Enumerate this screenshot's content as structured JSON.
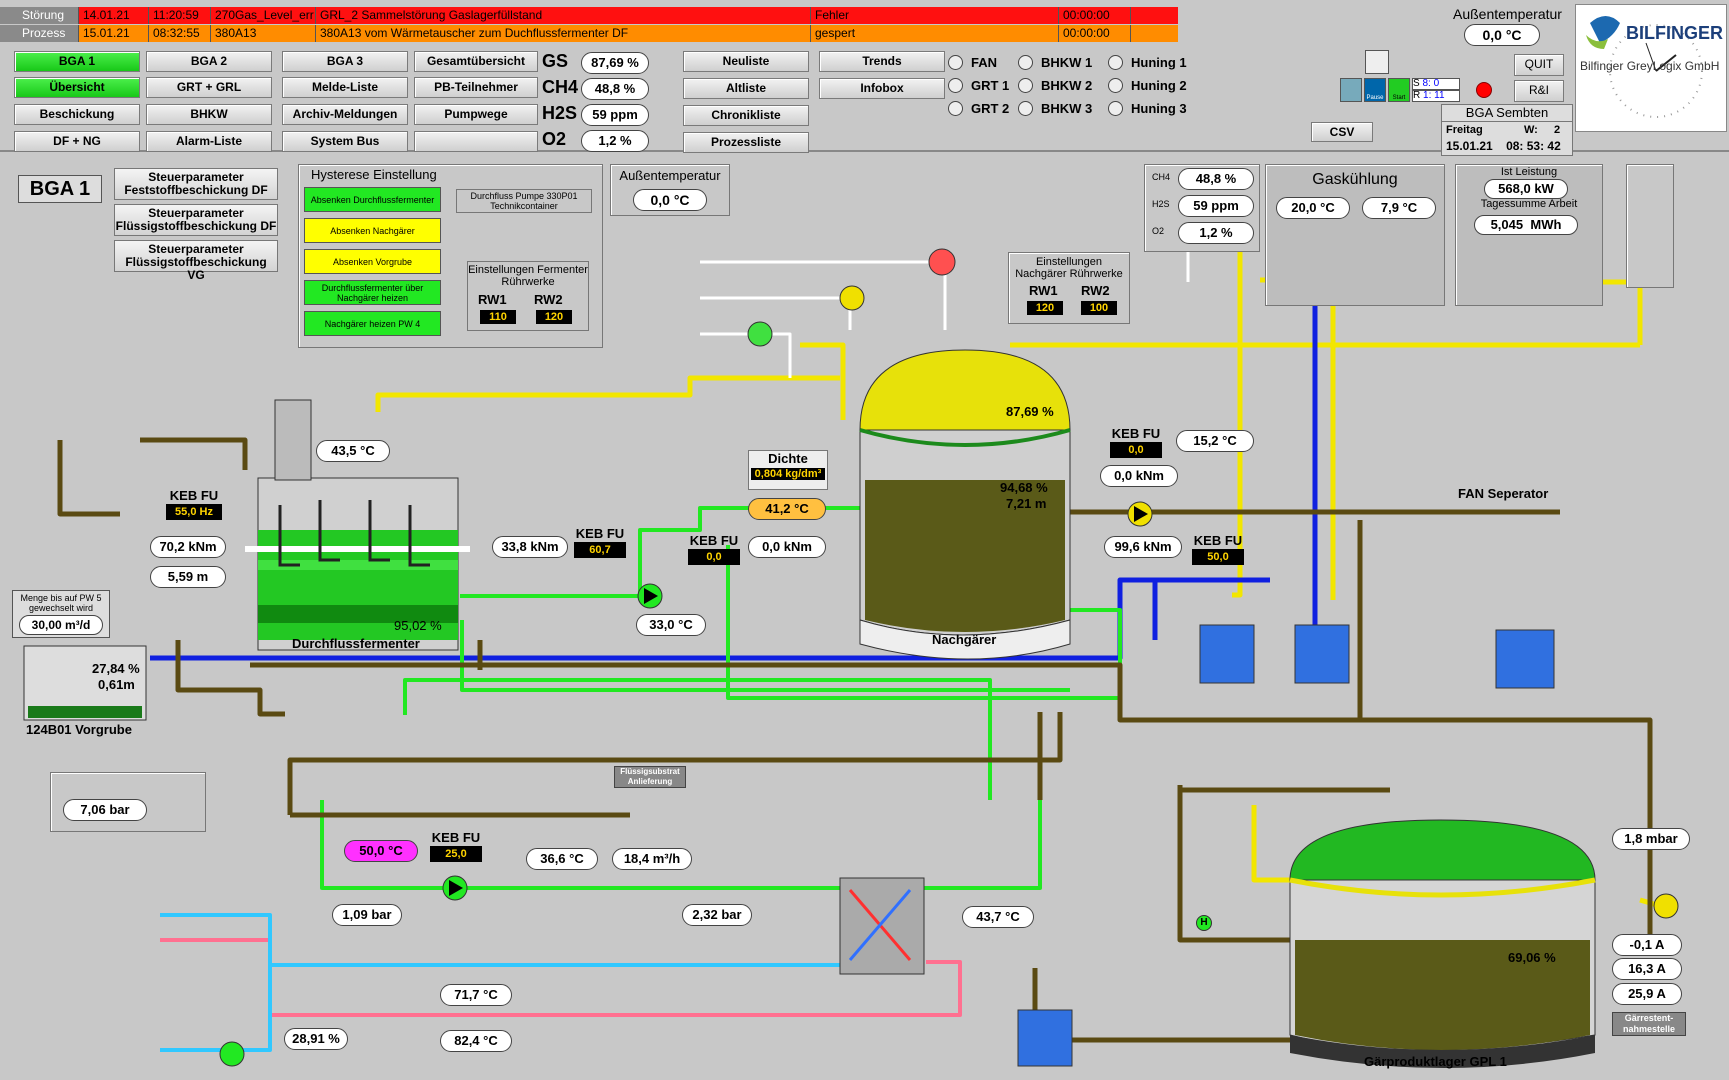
{
  "alarms": [
    {
      "label": "Störung",
      "date": "14.01.21",
      "time": "11:20:59",
      "tag": "270Gas_Level_err",
      "text": "GRL_2 Sammelstörung Gaslagerfüllstand",
      "state": "Fehler",
      "duration": "00:00:00",
      "color": "#ff1010"
    },
    {
      "label": "Prozess",
      "date": "15.01.21",
      "time": "08:32:55",
      "tag": "380A13",
      "text": "380A13 vom Wärmetauscher zum Duchflussfermenter DF",
      "state": "gespert",
      "duration": "00:00:00",
      "color": "#ff8c00"
    }
  ],
  "nav_buttons": [
    [
      "BGA 1",
      "BGA 2",
      "BGA 3",
      "Gesamtübersicht"
    ],
    [
      "Übersicht",
      "GRT + GRL",
      "Melde-Liste",
      "PB-Teilnehmer"
    ],
    [
      "Beschickung",
      "BHKW",
      "Archiv-Meldungen",
      "Pumpwege"
    ],
    [
      "DF + NG",
      "Alarm-Liste",
      "System Bus",
      ""
    ]
  ],
  "gas_values": [
    {
      "tag": "GS",
      "value": "87,69 %"
    },
    {
      "tag": "CH4",
      "value": "48,8 %"
    },
    {
      "tag": "H2S",
      "value": "59 ppm"
    },
    {
      "tag": "O2",
      "value": "1,2 %"
    }
  ],
  "list_buttons": [
    "Neuliste",
    "Altliste",
    "Chronikliste",
    "Prozessliste"
  ],
  "trend_buttons": [
    "Trends",
    "Infobox"
  ],
  "radios": [
    [
      "FAN",
      "GRT 1",
      "GRT 2"
    ],
    [
      "BHKW 1",
      "BHKW 2",
      "BHKW 3"
    ],
    [
      "Huning 1",
      "Huning 2",
      "Huning 3"
    ]
  ],
  "status_panel": {
    "s": "S",
    "s_val": "8: 0",
    "r": "R",
    "r_val": "1: 11",
    "icon_labels": [
      "",
      "Pause",
      "Start"
    ]
  },
  "outside_temp": {
    "label": "Außentemperatur",
    "value": "0,0 °C"
  },
  "quit_label": "QUIT",
  "ri_label": "R&I",
  "csv_label": "CSV",
  "site": {
    "name": "BGA Sembten",
    "day": "Freitag",
    "week": "W:",
    "week_num": "2",
    "date": "15.01.21",
    "time": "08: 53: 42"
  },
  "logo": {
    "brand": "BILFINGER",
    "sub": "Bilfinger GreyLogix GmbH"
  },
  "title": "BGA 1",
  "steuer_buttons": [
    "Steuerparameter Feststoffbeschickung DF",
    "Steuerparameter Flüssigstoffbeschickung DF",
    "Steuerparameter Flüssigstoffbeschickung VG"
  ],
  "hysterese": {
    "title": "Hysterese Einstellung",
    "buttons": [
      {
        "label": "Absenken Durchflussfermenter",
        "color": "#22e822"
      },
      {
        "label": "Absenken Nachgärer",
        "color": "#ffff00"
      },
      {
        "label": "Absenken Vorgrube",
        "color": "#ffff00"
      },
      {
        "label": "Durchflussfermenter über Nachgärer heizen",
        "color": "#22e822"
      },
      {
        "label": "Nachgärer heizen PW 4",
        "color": "#22e822"
      }
    ],
    "pump_label": "Durchfluss Pumpe 330P01 Technikcontainer",
    "einstellungen": "Einstellungen Fermenter Rührwerke",
    "rw1": "RW1",
    "rw1_val": "110",
    "rw2": "RW2",
    "rw2_val": "120"
  },
  "aussen2": {
    "label": "Außentemperatur",
    "value": "0,0 °C"
  },
  "nachgaerer_rw": {
    "title": "Einstellungen Nachgärer Rührwerke",
    "rw1": "RW1",
    "rw1_val": "120",
    "rw2": "RW2",
    "rw2_val": "100"
  },
  "gas_small": [
    {
      "tag": "CH4",
      "value": "48,8 %"
    },
    {
      "tag": "H2S",
      "value": "59 ppm"
    },
    {
      "tag": "O2",
      "value": "1,2 %"
    }
  ],
  "gaskuehlung": {
    "title": "Gaskühlung",
    "t1": "20,0 °C",
    "t2": "7,9 °C"
  },
  "bhkw": {
    "ist_label": "Ist Leistung",
    "ist_val": "568,0 kW",
    "tages_label": "Tagessumme Arbeit",
    "tages_val": "5,045",
    "tages_unit": "MWh"
  },
  "df": {
    "name": "Durchflussfermenter",
    "temp": "43,5 °C",
    "keb": "KEB FU",
    "keb_val": "55,0",
    "keb_unit": "Hz",
    "torque_l": "70,2 kNm",
    "level": "5,59 m",
    "torque_r": "33,8 kNm",
    "keb2": "KEB FU",
    "keb2_val": "60,7",
    "fill": "95,02 %"
  },
  "menge": {
    "label": "Menge bis auf PW 5 gewechselt wird",
    "value": "30,00 m³/d"
  },
  "vorgrube": {
    "name": "124B01 Vorgrube",
    "fill": "27,84 %",
    "level": "0,61m"
  },
  "dichte": {
    "label": "Dichte",
    "value": "0,804",
    "unit": "kg/dm³"
  },
  "ng": {
    "name": "Nachgärer",
    "gas_fill": "87,69 %",
    "fill": "94,68 %",
    "level": "7,21 m",
    "temp": "41,2 °C",
    "keb_l": "KEB FU",
    "keb_l_val": "0,0",
    "torque_l": "0,0 kNm",
    "keb_r": "KEB FU",
    "keb_r_val": "50,0",
    "torque_r": "99,6 kNm",
    "keb_top": "KEB FU",
    "keb_top_val": "0,0",
    "torque_top": "0,0 kNm",
    "temp_top": "15,2 °C"
  },
  "pump_temp": "33,0 °C",
  "fan_sep": "FAN Seperator",
  "pressure": {
    "value": "7,06 bar"
  },
  "fluessig": "Flüssigsubstrat Anlieferung",
  "heat": {
    "temp_pink": "50,0 °C",
    "keb": "KEB FU",
    "keb_val": "25,0",
    "t1": "36,6 °C",
    "flow": "18,4 m³/h",
    "p1": "1,09 bar",
    "p2": "2,32 bar",
    "t2": "43,7 °C",
    "t3": "71,7 °C",
    "t4": "82,4 °C",
    "valve": "28,91 %"
  },
  "gpl": {
    "name": "Gärproduktlager GPL 1",
    "fill": "69,06 %",
    "mbar": "1,8 mbar",
    "a1": "-0,1 A",
    "a2": "16,3 A",
    "a3": "25,9 A",
    "entnahme": "Gärrestent-nahmestelle",
    "h": "H"
  }
}
